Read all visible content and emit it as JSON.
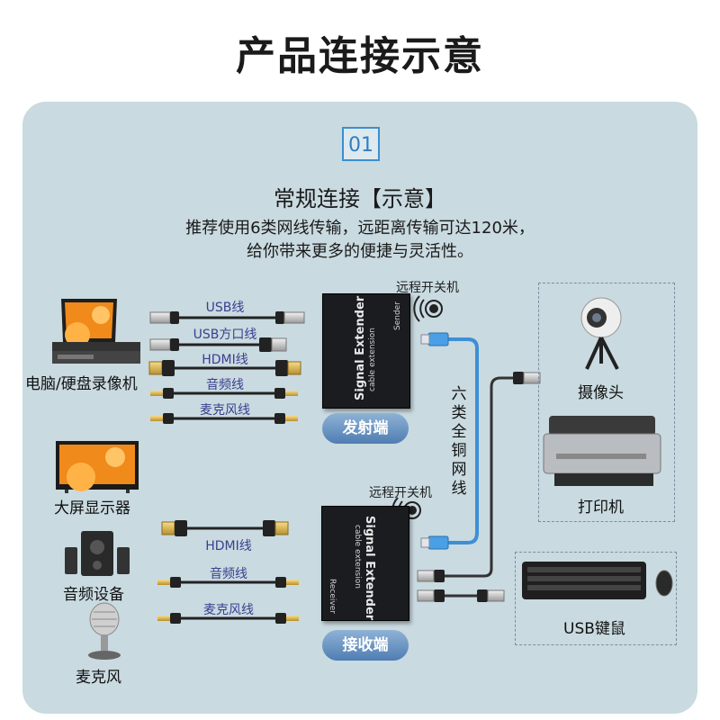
{
  "title": "产品连接示意",
  "section": {
    "number": "01",
    "subtitle": "常规连接【示意】",
    "description_line1": "推荐使用6类网线传输，远距离传输可达120米，",
    "description_line2": "给你带来更多的便捷与灵活性。"
  },
  "sender": {
    "label": "发射端",
    "remote_switch": "远程开关机",
    "box_title": "Signal Extender",
    "box_subtitle": "cable extension",
    "box_tag": "Sender",
    "cables": [
      "USB线",
      "USB方口线",
      "HDMI线",
      "音频线",
      "麦克风线"
    ]
  },
  "receiver": {
    "label": "接收端",
    "remote_switch": "远程开关机",
    "box_title": "Signal Extender",
    "box_subtitle": "cable extension",
    "box_tag": "Receiver",
    "cables": [
      "HDMI线",
      "音频线",
      "麦克风线"
    ]
  },
  "network_cable": "六类全铜网线",
  "devices": {
    "computer": "电脑/硬盘录像机",
    "display": "大屏显示器",
    "audio": "音频设备",
    "microphone": "麦克风",
    "camera": "摄像头",
    "printer": "打印机",
    "keyboard_mouse": "USB键鼠"
  },
  "colors": {
    "panel": "#c9dae0",
    "accent": "#2d7fc4",
    "network_cable": "#3d8fd6",
    "pill": "#5a86b8"
  }
}
